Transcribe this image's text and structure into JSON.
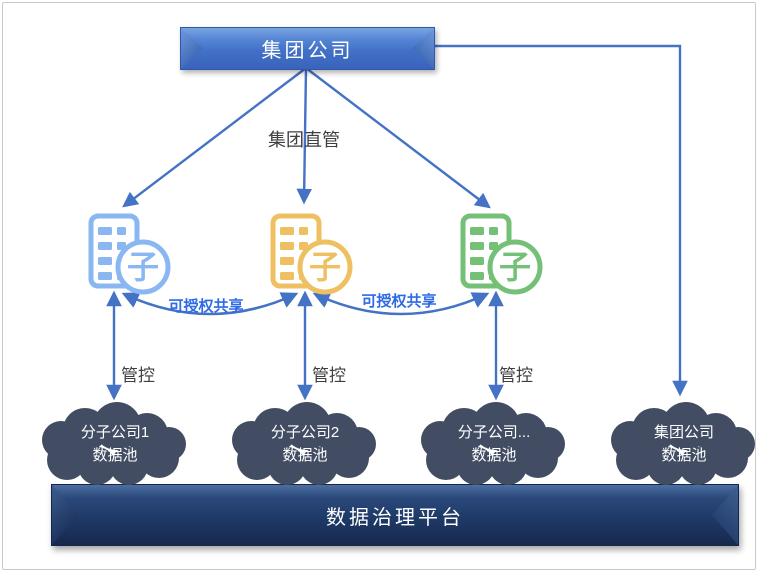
{
  "diagram": {
    "group_company": "集团公司",
    "direct_label": "集团直管",
    "share_labels": [
      "可授权共享",
      "可授权共享"
    ],
    "control_labels": [
      "管控",
      "管控",
      "管控"
    ],
    "subsidiaries": [
      {
        "badge": "子",
        "color": "#8ab7f2"
      },
      {
        "badge": "子",
        "color": "#eec061"
      },
      {
        "badge": "子",
        "color": "#74c077"
      }
    ],
    "clouds": [
      {
        "line1": "分子公司1",
        "line2": "数据池"
      },
      {
        "line1": "分子公司2",
        "line2": "数据池"
      },
      {
        "line1": "分子公司...",
        "line2": "数据池"
      },
      {
        "line1": "集团公司",
        "line2": "数据池"
      }
    ],
    "platform": "数据治理平台",
    "colors": {
      "arrow": "#4472c4",
      "cloud": "#424d63",
      "box_blue": "#3f6cc4",
      "bar_navy": "#1e3763",
      "share_text": "#2e6ae6",
      "sub_blue": "#8ab7f2",
      "sub_yellow": "#eec061",
      "sub_green": "#74c077"
    }
  }
}
